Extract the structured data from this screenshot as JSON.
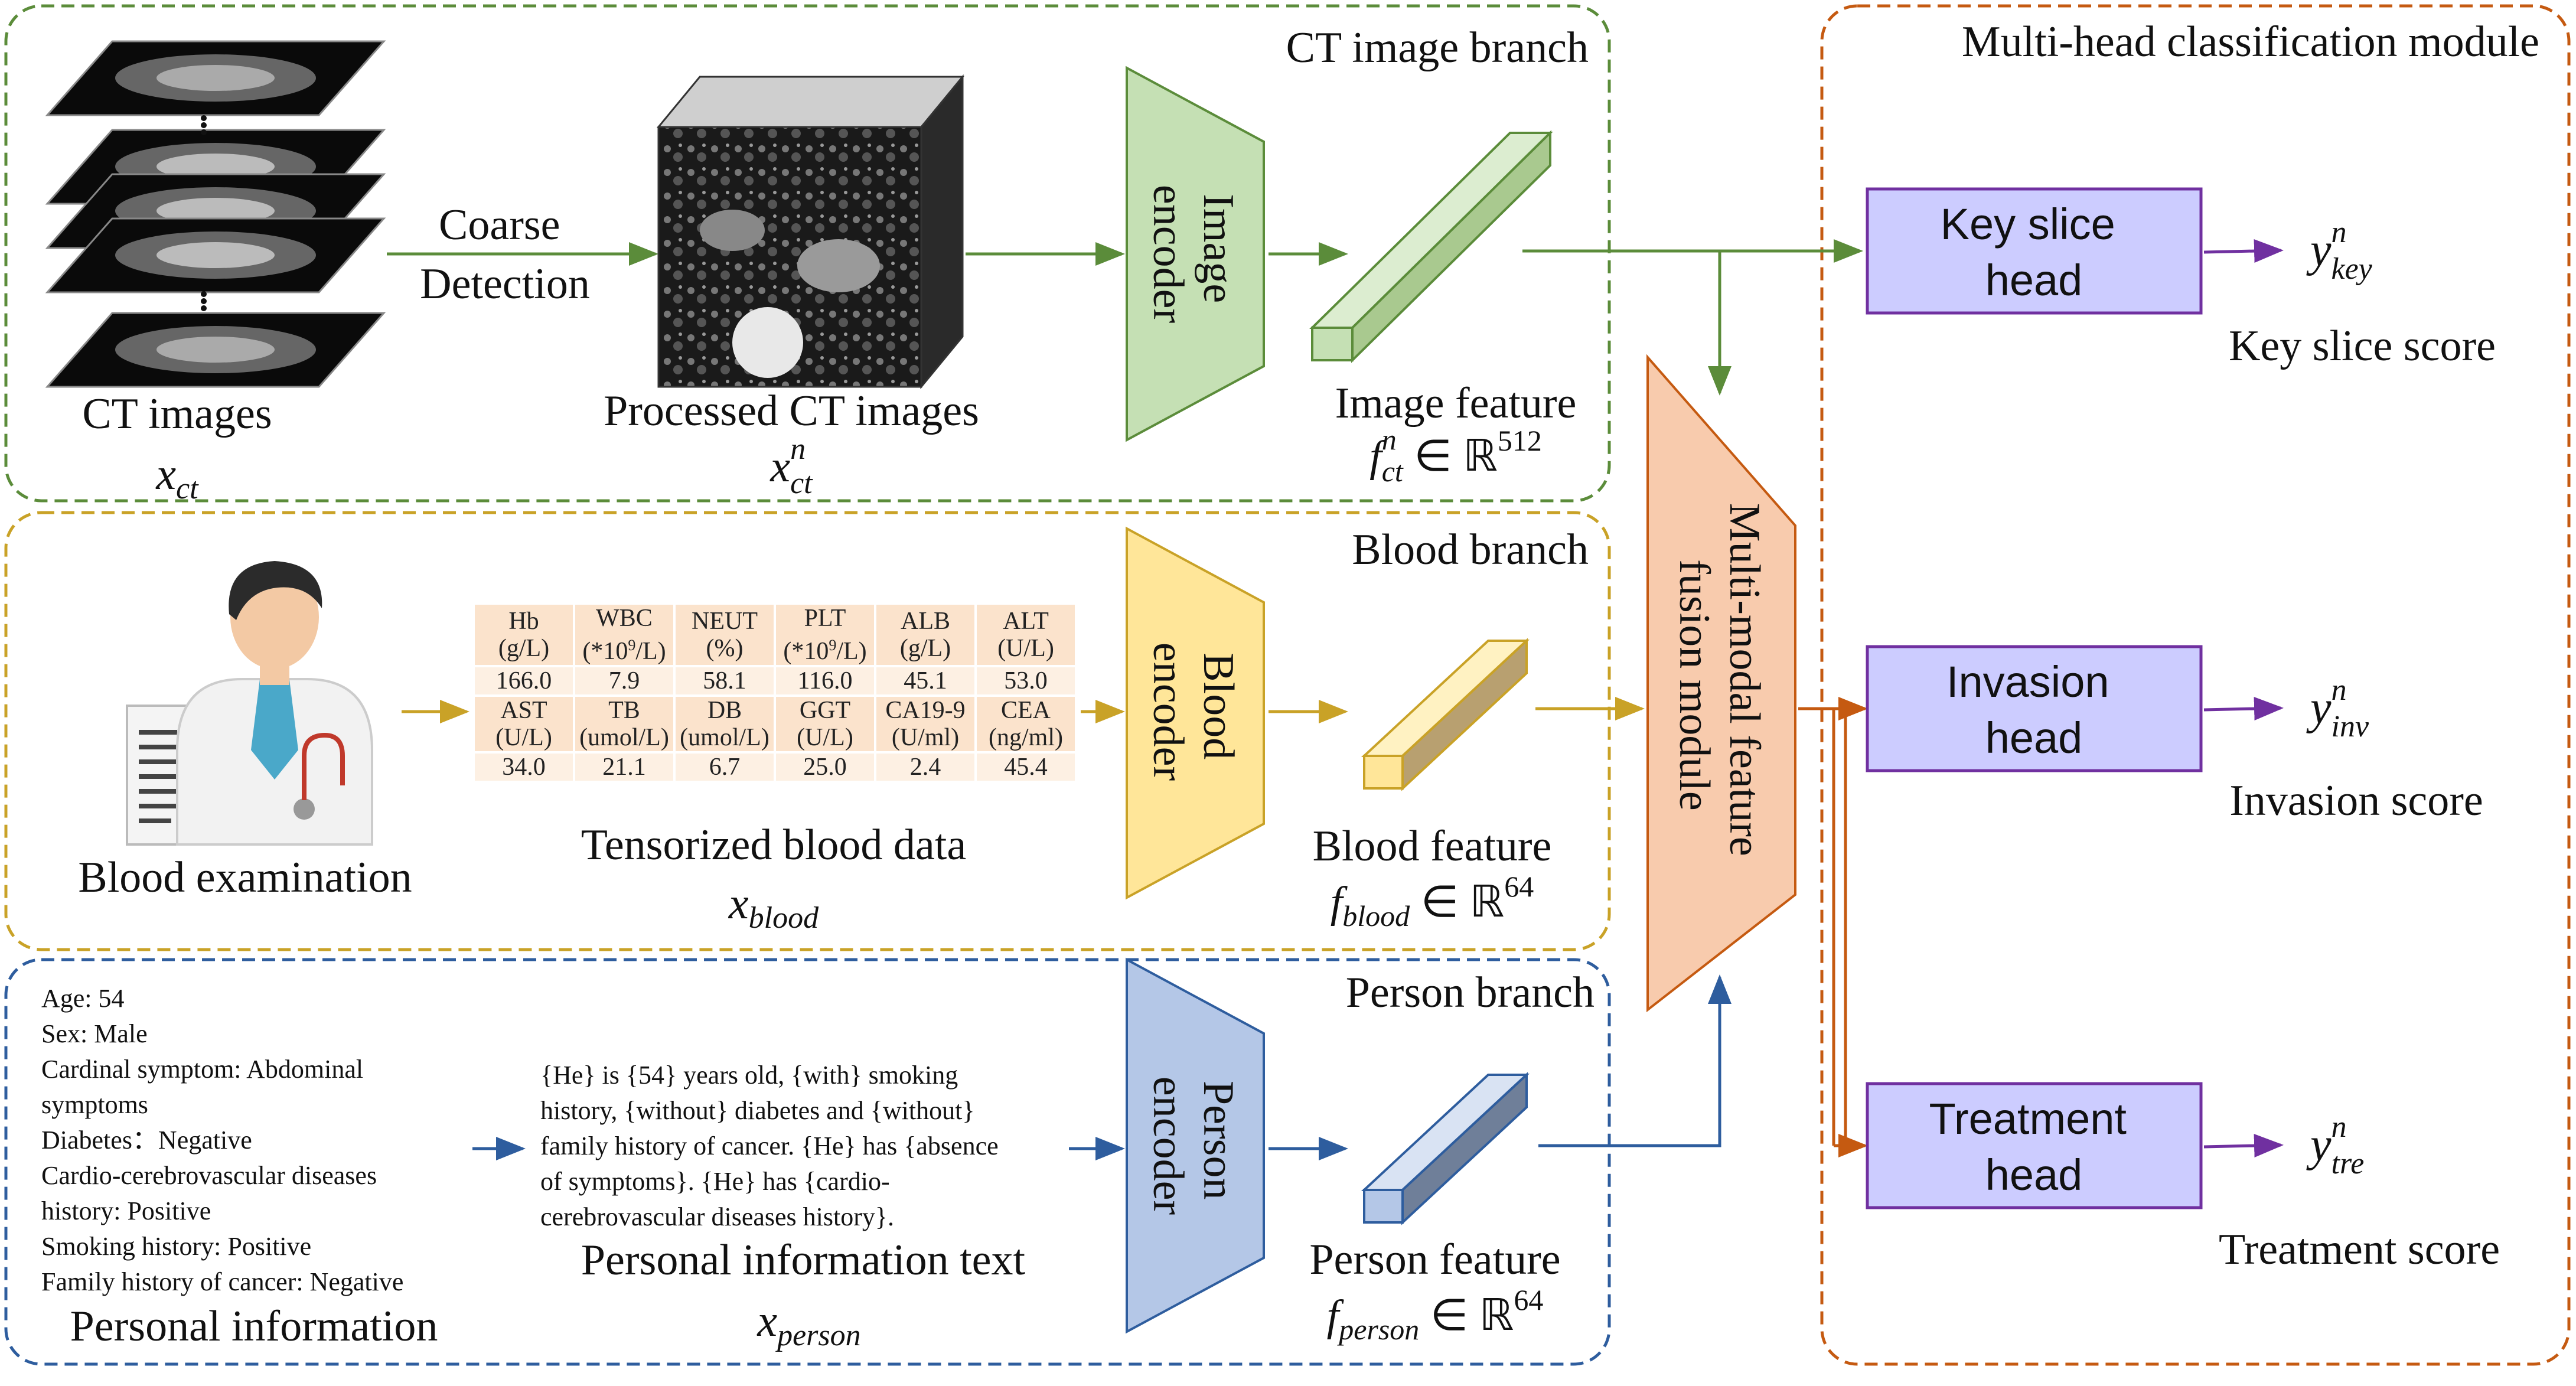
{
  "ct_branch": {
    "title": "CT image branch",
    "ct_images_label": "CT images",
    "ct_images_symbol": {
      "base": "x",
      "sub": "ct"
    },
    "coarse_detection": [
      "Coarse",
      "Detection"
    ],
    "processed_label": "Processed CT images",
    "processed_symbol": {
      "base": "x",
      "sub": "ct",
      "sup": "n"
    },
    "encoder": [
      "Image",
      "encoder"
    ],
    "feature_label": "Image feature",
    "feature_symbol": {
      "base": "f",
      "sub": "ct",
      "sup": "n",
      "space": "ℝ",
      "dim": "512"
    }
  },
  "blood_branch": {
    "title": "Blood branch",
    "exam_label": "Blood examination",
    "table_label": "Tensorized blood data",
    "table_symbol": {
      "base": "x",
      "sub": "blood"
    },
    "table": {
      "row1_headers": [
        [
          "Hb",
          "(g/L)"
        ],
        [
          "WBC",
          "(*10^9/L)"
        ],
        [
          "NEUT",
          "(%)"
        ],
        [
          "PLT",
          "(*10^9/L)"
        ],
        [
          "ALB",
          "(g/L)"
        ],
        [
          "ALT",
          "(U/L)"
        ]
      ],
      "row1_values": [
        "166.0",
        "7.9",
        "58.1",
        "116.0",
        "45.1",
        "53.0"
      ],
      "row2_headers": [
        [
          "AST",
          "(U/L)"
        ],
        [
          "TB",
          "(umol/L)"
        ],
        [
          "DB",
          "(umol/L)"
        ],
        [
          "GGT",
          "(U/L)"
        ],
        [
          "CA19-9",
          "(U/ml)"
        ],
        [
          "CEA",
          "(ng/ml)"
        ]
      ],
      "row2_values": [
        "34.0",
        "21.1",
        "6.7",
        "25.0",
        "2.4",
        "45.4"
      ]
    },
    "encoder": [
      "Blood",
      "encoder"
    ],
    "feature_label": "Blood feature",
    "feature_symbol": {
      "base": "f",
      "sub": "blood",
      "space": "ℝ",
      "dim": "64"
    }
  },
  "person_branch": {
    "title": "Person branch",
    "info_lines": [
      "Age: 54",
      "Sex: Male",
      "Cardinal symptom: Abdominal",
      "symptoms",
      "Diabetes：Negative",
      "Cardio-cerebrovascular diseases",
      "history: Positive",
      "Smoking history: Positive",
      "Family history of cancer: Negative"
    ],
    "info_label": "Personal information",
    "text_lines": [
      "{He} is {54} years old, {with} smoking",
      "history, {without} diabetes and {without}",
      "family history of cancer. {He} has {absence",
      "of symptoms}. {He} has {cardio-",
      "cerebrovascular diseases history}."
    ],
    "text_label": "Personal information text",
    "text_symbol": {
      "base": "x",
      "sub": "person"
    },
    "encoder": [
      "Person",
      "encoder"
    ],
    "feature_label": "Person feature",
    "feature_symbol": {
      "base": "f",
      "sub": "person",
      "space": "ℝ",
      "dim": "64"
    }
  },
  "fusion": {
    "lines": [
      "Multi-modal feature",
      "fusion module"
    ]
  },
  "classification": {
    "title": "Multi-head classification module",
    "heads": [
      {
        "lines": [
          "Key slice",
          "head"
        ],
        "symbol": {
          "base": "y",
          "sub": "key",
          "sup": "n"
        },
        "score": "Key slice score"
      },
      {
        "lines": [
          "Invasion",
          "head"
        ],
        "symbol": {
          "base": "y",
          "sub": "inv",
          "sup": "n"
        },
        "score": "Invasion score"
      },
      {
        "lines": [
          "Treatment",
          "head"
        ],
        "symbol": {
          "base": "y",
          "sub": "tre",
          "sup": "n"
        },
        "score": "Treatment score"
      }
    ]
  },
  "colors": {
    "ct_green": "#5b8c3a",
    "encoder_green_fill": "#c5e0b4",
    "blood_gold": "#c9a227",
    "encoder_yellow_fill": "#ffe699",
    "person_blue": "#2e5d9e",
    "encoder_blue_fill": "#b4c7e7",
    "fusion_fill": "#f8cbad",
    "orange": "#c55a11",
    "head_fill": "#ccccff",
    "purple": "#7030a0",
    "table_header_fill": "#fbe3cc",
    "table_value_fill": "#fdf0e3"
  }
}
